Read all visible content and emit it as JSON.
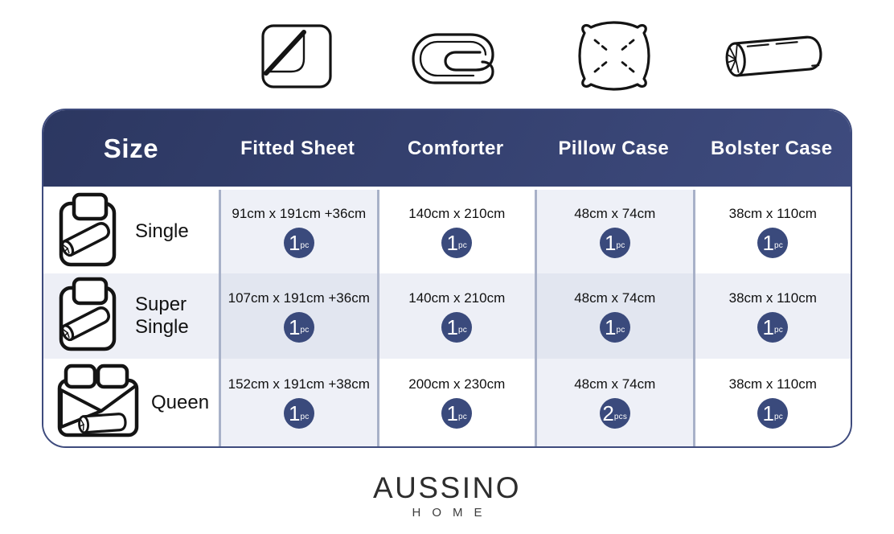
{
  "icons": {
    "top": [
      "fitted-sheet-icon",
      "comforter-icon",
      "pillow-case-icon",
      "bolster-case-icon"
    ],
    "rows": [
      "single-bed-icon",
      "super-single-bed-icon",
      "queen-bed-icon"
    ]
  },
  "table": {
    "columns": [
      "Size",
      "Fitted Sheet",
      "Comforter",
      "Pillow Case",
      "Bolster Case"
    ],
    "rows": [
      {
        "size": "Single",
        "cells": [
          {
            "dims": "91cm x 191cm +36cm",
            "qty": "1",
            "unit": "pc"
          },
          {
            "dims": "140cm x 210cm",
            "qty": "1",
            "unit": "pc"
          },
          {
            "dims": "48cm x 74cm",
            "qty": "1",
            "unit": "pc"
          },
          {
            "dims": "38cm x 110cm",
            "qty": "1",
            "unit": "pc"
          }
        ]
      },
      {
        "size": "Super Single",
        "cells": [
          {
            "dims": "107cm x 191cm +36cm",
            "qty": "1",
            "unit": "pc"
          },
          {
            "dims": "140cm x 210cm",
            "qty": "1",
            "unit": "pc"
          },
          {
            "dims": "48cm x 74cm",
            "qty": "1",
            "unit": "pc"
          },
          {
            "dims": "38cm x 110cm",
            "qty": "1",
            "unit": "pc"
          }
        ]
      },
      {
        "size": "Queen",
        "cells": [
          {
            "dims": "152cm x 191cm +38cm",
            "qty": "1",
            "unit": "pc"
          },
          {
            "dims": "200cm x 230cm",
            "qty": "1",
            "unit": "pc"
          },
          {
            "dims": "48cm x 74cm",
            "qty": "2",
            "unit": "pcs"
          },
          {
            "dims": "38cm x 110cm",
            "qty": "1",
            "unit": "pc"
          }
        ]
      }
    ]
  },
  "footer": {
    "brand": "AUSSINO",
    "tagline": "HOME"
  },
  "colors": {
    "header_navy_dark": "#2c3761",
    "header_navy_light": "#3e4b7e",
    "badge_navy": "#3a4a7c",
    "column_tint": "#eef0f7",
    "row_tint": "#edeff6",
    "overlap_tint": "#e2e6f0",
    "separator": "#a8b1c8",
    "table_border": "#3e4b7d"
  }
}
